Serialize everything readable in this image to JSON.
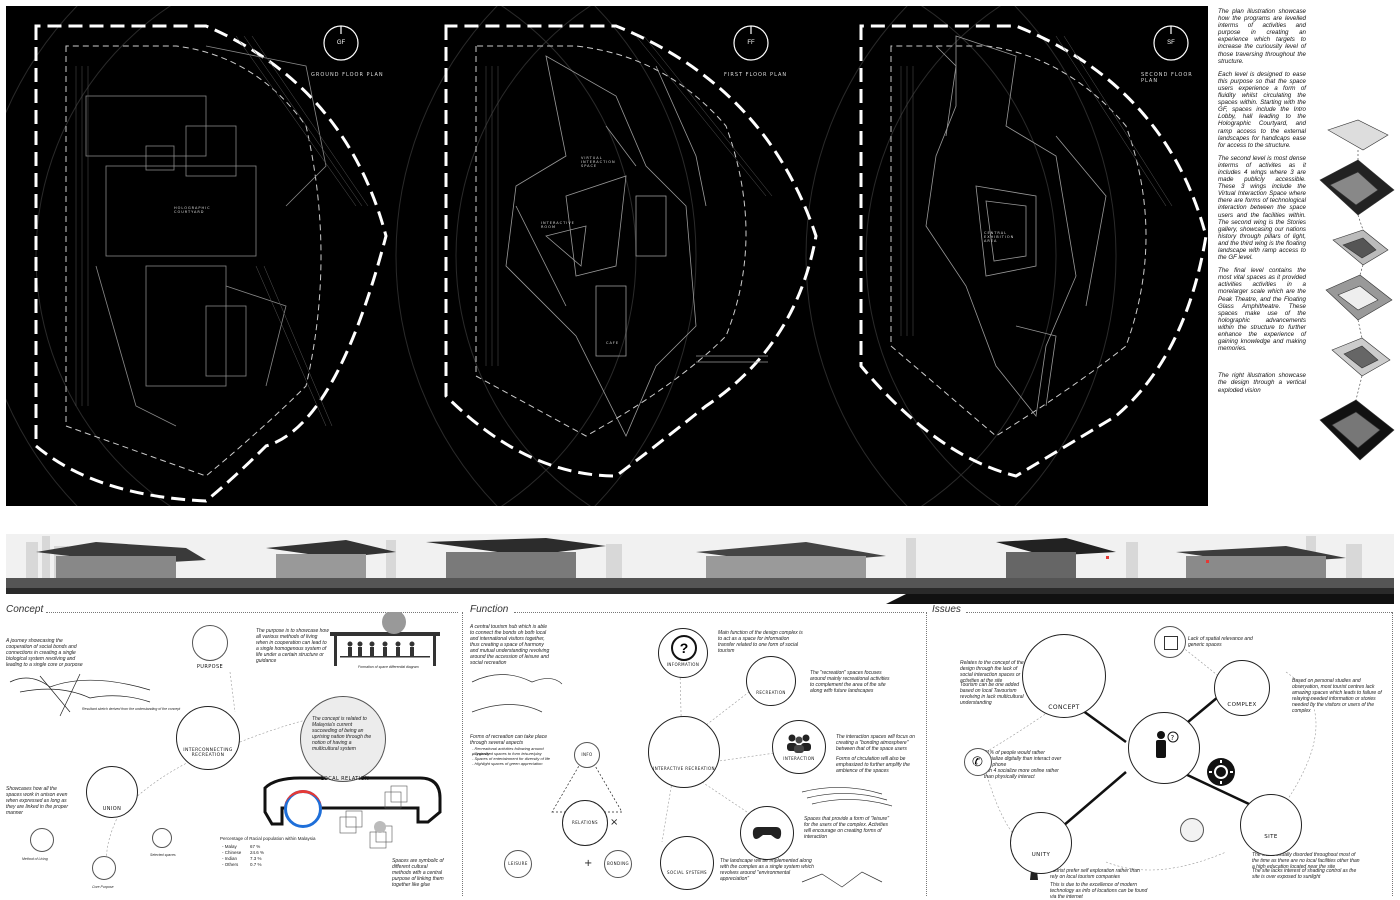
{
  "plans": {
    "levels": [
      {
        "code": "GF",
        "label": "GROUND FLOOR PLAN"
      },
      {
        "code": "FF",
        "label": "FIRST FLOOR PLAN"
      },
      {
        "code": "SF",
        "label": "SECOND FLOOR PLAN"
      }
    ],
    "room_labels": [
      "VIRTUAL INTERACTION SPACE",
      "HOLOGRAPHIC COURTYARD",
      "CENTRAL EXHIBITION AREA",
      "INTERACTIVE ROOM",
      "CAFE"
    ]
  },
  "side_text": {
    "p1": "The plan illustration showcase how the programs are levelled interms of activities and purpose in creating an experience which targets to increase the curiousity level of those traversing throughout the structure.",
    "p2": "Each level is designed to ease this purpose so that the space users experience a form of fluidity whilst circulating the spaces within. Starting with the GF, spaces include the Intro Lobby, hall leading to the Holographic Courtyard, and ramp access to the external landscapes for handicaps ease for access to the structure.",
    "p3": "The second level is most dense interms of activites as it includes 4 wings where 3 are made publicly accessible. These 3 wings include the Virtual Interaction Space where there are forms of technological interaction between the space users and the facilities within. The second wing is the Stories gallery, showcasing our nations history through pillars of light, and the third wing is the floating landscape with ramp access to the GF level.",
    "p4": "The final level contains the most vital spaces as it provided activities activities in a morelarger scale which are the Peak Theatre, and the Floating Glass Amphitheatre. These spaces make use of the holographic advancements within the structure to further enhance the experience of gaining knowledge and making memories.",
    "p5": "The right illustration showcase the design through a vertical exploded vision"
  },
  "concept": {
    "title": "Concept",
    "text_left": "A journey showcasing the cooperation of social bonds and connections in creating a single biological system revolving and leading to a single core or purpose",
    "text_mid": "The purpose is to showcase how all various methods of living when in cooperation can lead to a single homogenous system of life under a certain structure or guidance",
    "people_caption": "Formation of space differential diagram",
    "sketch_caption": "Resultant sketch derived from the understanding of the concept",
    "node_purpose": "PURPOSE",
    "node_main": "INTERCONNECTING RECREATION",
    "node_union": "UNION",
    "node_local": "LOCAL RELATION",
    "text_local": "The concept is related to Malaysia's current succeeding of being an uprising nation through the notion of having a multicultural system",
    "text_union": "Showcases how all the spaces work in unison even when expressed as long as they are linked in the proper manner",
    "text_glue": "Spaces are symbolic of different cultural methods with a central purpose of linking them together like glue",
    "small_labels": [
      "Method of Living",
      "Core Purpose",
      "Selected spaces"
    ],
    "percent_title": "Percentage of Racial population within Malaysia",
    "percent_rows": [
      {
        "name": "- Malay",
        "value": "67 %"
      },
      {
        "name": "- Chinese",
        "value": "24.6 %"
      },
      {
        "name": "- Indian",
        "value": "7.3 %"
      },
      {
        "name": "- Others",
        "value": "0.7 %"
      }
    ]
  },
  "function": {
    "title": "Function",
    "text_intro": "A central tourism hub which is able to connect the bonds oh both local and international visitors together, thus creating a space of harmony and mutual understanding revolving around the accession of leisure and social recreation",
    "text_info": "Main function of the design complex is to act as a space for information transfer related to one form of social tourism",
    "text_recreation": "The \"recreation\" spaces focuses around mainly recreational activities to complement the area of the site along with future landscapes",
    "text_interaction": "The interaction spaces will focus on creating a \"bonding atmosphere\" between that of the space users",
    "text_circulation": "Forms of circulation will also be emphasized to further amplify the ambience of the spaces",
    "text_recreation_forms": "Forms of recreation can take place through several aspects",
    "bullets": [
      "- Recreational activities following around physically",
      "- Organized spaces to form leisure/play",
      "- Spaces of entertainment for diversity of life",
      "- Highlight spaces of green appreciation"
    ],
    "text_leisure": "Spaces that provide a form of \"leisure\" for the users of the complex. Activities will encourage on creating forms of interaction",
    "text_landscape": "The landscape will be implemented along with the complex as a single system which revolves around \"environmental appreciation\"",
    "node_info": "INFORMATION",
    "node_recreation": "RECREATION",
    "node_center": "INTERACTIVE RECREATION",
    "node_interaction": "INTERACTION",
    "node_social": "SOCIAL SYSTEMS",
    "tri_top": "INFO",
    "tri_center": "RELATIONS",
    "tri_left": "LEISURE",
    "tri_right": "BONDING"
  },
  "issues": {
    "title": "Issues",
    "text_relation": "Relates to the concept of the design through the lack of social interaction spaces or activities at the site",
    "text_tourism": "Tourism can be one added based on local Tavourism revolving in lack multicultural understanding",
    "text_lack": "Lack of spatial relevance and generic spaces",
    "text_observe": "Based on personal studies and observation, most tourist centres lack amazing spaces which leads to failure of relaying needed information or stories needed by the visitors or users of the complex",
    "text_stat1": "31% of people would rather socialize digitally than interact over the phone",
    "text_stat2": "1 in 4 socialize more online rather than physically interact",
    "text_site1": "The site is usually disorded throughout most of the time as there are no local facilities other than a high education located near the site",
    "text_site2": "The site lacks interest of shading control as the site is over exposed to sunlight",
    "text_tourist": "Tourist prefer self exploration rather than rely on local tourism companies",
    "text_tech": "This is due to the excellence of modern technology as info of locations can be found via the internet",
    "node_concept": "CONCEPT",
    "node_complex": "COMPLEX",
    "node_unity": "UNITY",
    "node_site": "SITE"
  }
}
